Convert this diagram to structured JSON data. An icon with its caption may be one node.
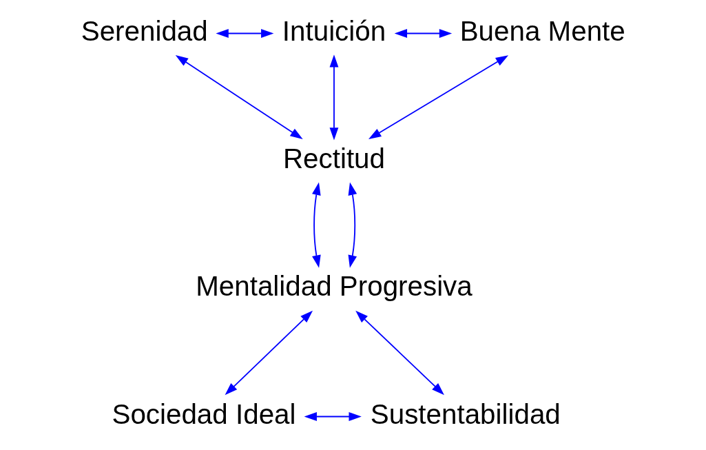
{
  "diagram": {
    "nodes": [
      {
        "text": [
          "Serenidad"
        ]
      },
      {
        "text": [
          "Intuición"
        ]
      },
      {
        "text": [
          "Buena Mente"
        ]
      },
      {
        "text": [
          "Rectitud"
        ]
      },
      {
        "text": [
          "Mentalidad Progresiva"
        ]
      },
      {
        "text": [
          "Sociedad Ideal"
        ]
      },
      {
        "text": [
          "Sustentabilidad"
        ]
      }
    ],
    "edges": [
      {
        "from": 0,
        "to": 1,
        "arrow": "both"
      },
      {
        "from": 1,
        "to": 2,
        "arrow": "both"
      },
      {
        "from": 0,
        "to": 3,
        "arrow": "both"
      },
      {
        "from": 1,
        "to": 3,
        "arrow": "both"
      },
      {
        "from": 2,
        "to": 3,
        "arrow": "both"
      },
      {
        "from": 3,
        "to": 4,
        "arrow": "both"
      },
      {
        "from": 3,
        "to": 4,
        "arrow": "both"
      },
      {
        "from": 4,
        "to": 5,
        "arrow": "both"
      },
      {
        "from": 4,
        "to": 6,
        "arrow": "both"
      },
      {
        "from": 5,
        "to": 6,
        "arrow": "both"
      }
    ]
  }
}
